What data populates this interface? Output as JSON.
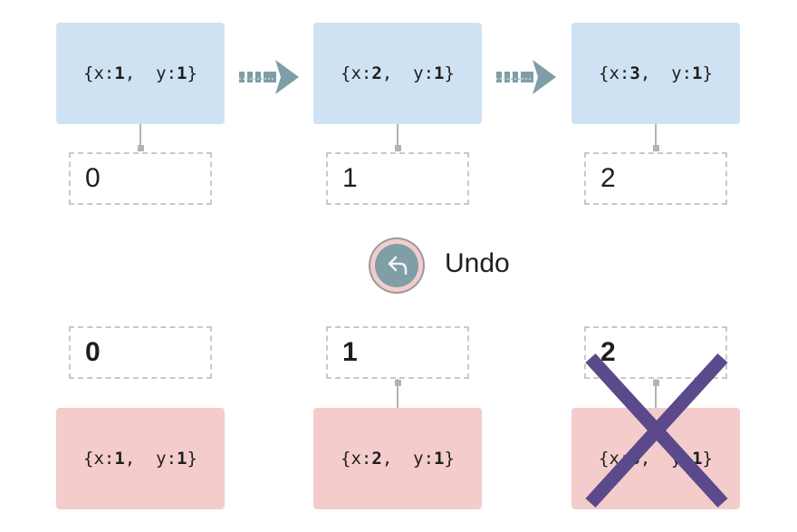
{
  "history_states": [
    {
      "x_key": "x:",
      "x_val": "1",
      "sep": ",  ",
      "y_key": "y:",
      "y_val": "1",
      "index": "0"
    },
    {
      "x_key": "x:",
      "x_val": "2",
      "sep": ",  ",
      "y_key": "y:",
      "y_val": "1",
      "index": "1"
    },
    {
      "x_key": "x:",
      "x_val": "3",
      "sep": ",  ",
      "y_key": "y:",
      "y_val": "1",
      "index": "2"
    }
  ],
  "undo": {
    "label": "Undo",
    "icon": "undo-arrow-icon"
  },
  "after_undo_states": [
    {
      "x_key": "x:",
      "x_val": "1",
      "sep": ",  ",
      "y_key": "y:",
      "y_val": "1",
      "index": "0",
      "removed": false
    },
    {
      "x_key": "x:",
      "x_val": "2",
      "sep": ",  ",
      "y_key": "y:",
      "y_val": "1",
      "index": "1",
      "removed": false
    },
    {
      "x_key": "x:",
      "x_val": "3",
      "sep": ",  ",
      "y_key": "y:",
      "y_val": "1",
      "index": "2",
      "removed": true
    }
  ],
  "colors": {
    "state_box_top": "#cfe2f3",
    "state_box_bottom": "#f4cccc",
    "arrow": "#7f9ea6",
    "cross": "#5b4a8b",
    "undo_button_fill": "#7f9ea6",
    "undo_button_ring": "#f4cccc"
  }
}
